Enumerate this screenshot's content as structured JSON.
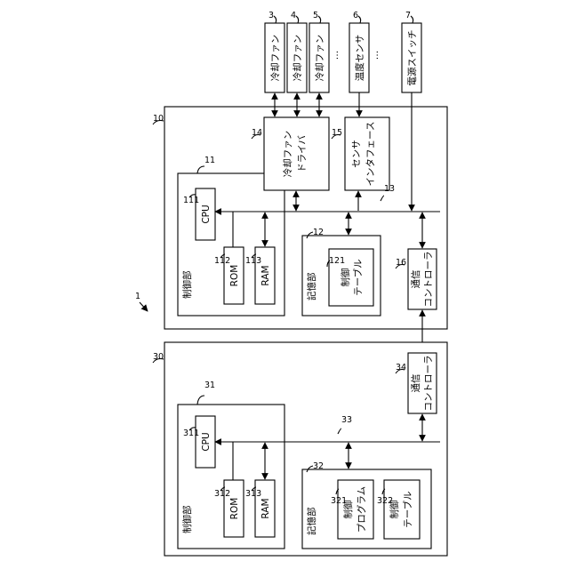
{
  "refs": {
    "system": "1",
    "device_top": "10",
    "control_top": "11",
    "cpu_top": "111",
    "rom_top": "112",
    "ram_top": "113",
    "storage_top": "12",
    "table_top": "121",
    "bus_top": "13",
    "fan_driver": "14",
    "sensor_if": "15",
    "comm_top": "16",
    "fan1": "3",
    "fan2": "4",
    "fan3": "5",
    "temp_sensor": "6",
    "power_switch": "7",
    "device_bottom": "30",
    "control_bottom": "31",
    "cpu_bottom": "311",
    "rom_bottom": "312",
    "ram_bottom": "313",
    "storage_bottom": "32",
    "program_bottom": "321",
    "table_bottom": "322",
    "bus_bottom": "33",
    "comm_bottom": "34"
  },
  "labels": {
    "cooling_fan": "冷却ファン",
    "temp_sensor": "温度センサ",
    "power_switch": "電源スイッチ",
    "ellipsis": "…",
    "fan_driver_line1": "冷却ファン",
    "fan_driver_line2": "ドライバ",
    "sensor_if_line1": "センサ",
    "sensor_if_line2": "インタフェース",
    "control_unit": "制御部",
    "cpu": "CPU",
    "rom": "ROM",
    "ram": "RAM",
    "storage_unit": "記憶部",
    "table_line1": "制御",
    "table_line2": "テーブル",
    "program_line1": "制御",
    "program_line2": "プログラム",
    "comm_line1": "通信",
    "comm_line2": "コントローラ"
  }
}
